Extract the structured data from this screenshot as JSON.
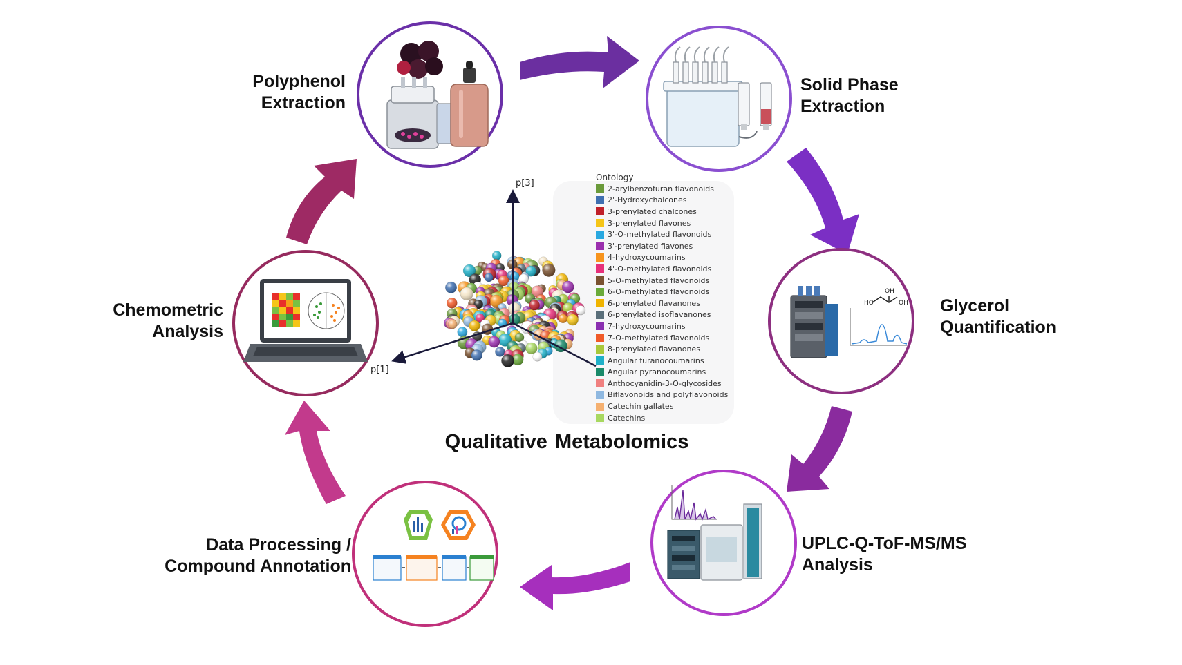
{
  "diagram": {
    "center_title": "Qualitative Metabolomics",
    "steps": [
      {
        "id": "polyphenol-extraction",
        "lines": [
          "Polyphenol",
          "Extraction"
        ]
      },
      {
        "id": "solid-phase-extraction",
        "lines": [
          "Solid Phase",
          "Extraction"
        ]
      },
      {
        "id": "glycerol-quantification",
        "lines": [
          "Glycerol",
          "Quantification"
        ]
      },
      {
        "id": "uplc-analysis",
        "lines": [
          "UPLC-Q-ToF-MS/MS",
          "Analysis"
        ]
      },
      {
        "id": "data-processing",
        "lines": [
          "Data Processing /",
          "Compound Annotation"
        ]
      },
      {
        "id": "chemometric-analysis",
        "lines": [
          "Chemometric",
          "Analysis"
        ]
      }
    ],
    "arrow_colors": [
      "#6b2fa0",
      "#7b2fc4",
      "#8a2b9e",
      "#a62fbd",
      "#c23a8c",
      "#9e2a64"
    ],
    "circle_colors": [
      "#6a2fa8",
      "#8a4fd0",
      "#8d2f80",
      "#b03ac8",
      "#c0307a",
      "#962a5e"
    ],
    "pca": {
      "axes": {
        "x": "p[1]",
        "z": "p[3]"
      }
    },
    "legend": {
      "title": "Ontology",
      "items": [
        {
          "label": "2-arylbenzofuran flavonoids",
          "color": "#6a9a3a"
        },
        {
          "label": "2'-Hydroxychalcones",
          "color": "#3f6fb0"
        },
        {
          "label": "3-prenylated chalcones",
          "color": "#c0202a"
        },
        {
          "label": "3-prenylated flavones",
          "color": "#f5c518"
        },
        {
          "label": "3'-O-methylated flavonoids",
          "color": "#29a8e0"
        },
        {
          "label": "3'-prenylated flavones",
          "color": "#9b2fae"
        },
        {
          "label": "4-hydroxycoumarins",
          "color": "#f7941d"
        },
        {
          "label": "4'-O-methylated flavonoids",
          "color": "#e6307a"
        },
        {
          "label": "5-O-methylated flavonoids",
          "color": "#7a5230"
        },
        {
          "label": "6-O-methylated flavonoids",
          "color": "#6aaa3a"
        },
        {
          "label": "6-prenylated flavanones",
          "color": "#f0b400"
        },
        {
          "label": "6-prenylated isoflavanones",
          "color": "#5a6f7a"
        },
        {
          "label": "7-hydroxycoumarins",
          "color": "#8a2fb0"
        },
        {
          "label": "7-O-methylated flavonoids",
          "color": "#f05a28"
        },
        {
          "label": "8-prenylated flavanones",
          "color": "#a8c83a"
        },
        {
          "label": "Angular furanocoumarins",
          "color": "#1fb0c8"
        },
        {
          "label": "Angular pyranocoumarins",
          "color": "#1a8a6a"
        },
        {
          "label": "Anthocyanidin-3-O-glycosides",
          "color": "#f08080"
        },
        {
          "label": "Biflavonoids and polyflavonoids",
          "color": "#8fb8e0"
        },
        {
          "label": "Catechin gallates",
          "color": "#f5b070"
        },
        {
          "label": "Catechins",
          "color": "#a8d860"
        }
      ]
    }
  }
}
